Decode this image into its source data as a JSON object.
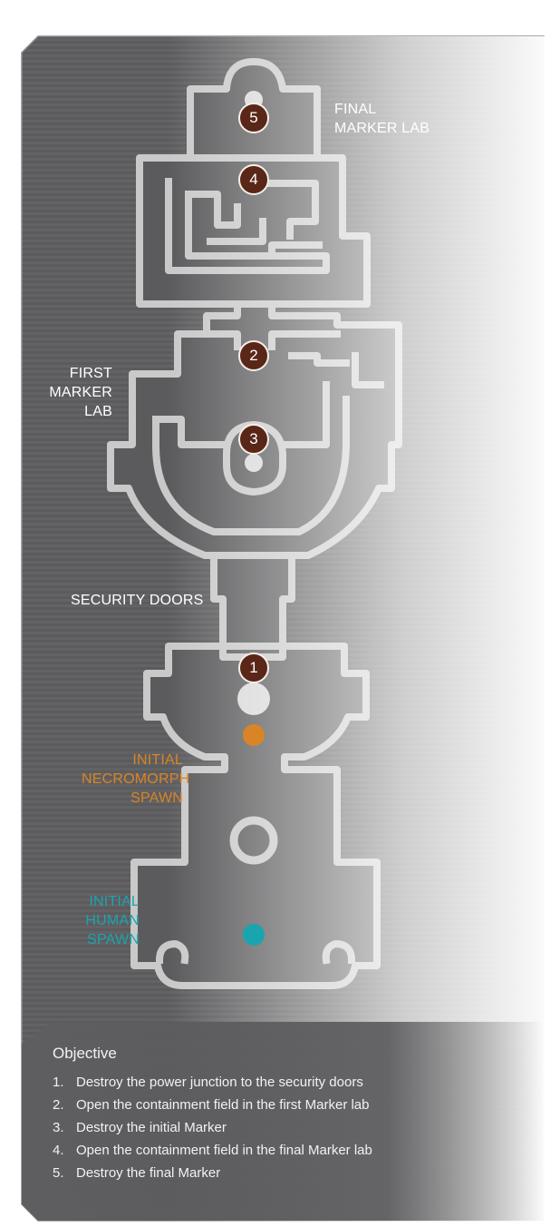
{
  "labels": {
    "final_marker_lab": [
      "FINAL",
      "MARKER LAB"
    ],
    "first_marker_lab": [
      "FIRST",
      "MARKER",
      "LAB"
    ],
    "security_doors": "SECURITY DOORS",
    "necromorph_spawn": [
      "INITIAL",
      "NECROMORPH",
      "SPAWN"
    ],
    "human_spawn": [
      "INITIAL",
      "HUMAN",
      "SPAWN"
    ]
  },
  "markers": [
    "5",
    "4",
    "2",
    "3",
    "1"
  ],
  "colors": {
    "panel": "#5a5a5c",
    "floor": "#5b5b5d",
    "wall": "#c9c9c9",
    "marker_fill": "#5a2618",
    "necromorph": "#d98427",
    "human": "#1aa5ae"
  },
  "objective": {
    "title": "Objective",
    "items": [
      {
        "num": "1.",
        "text": "Destroy the power junction to the security doors"
      },
      {
        "num": "2.",
        "text": "Open the containment field in the first Marker lab"
      },
      {
        "num": "3.",
        "text": "Destroy the initial Marker"
      },
      {
        "num": "4.",
        "text": "Open the containment field in the final Marker lab"
      },
      {
        "num": "5.",
        "text": "Destroy the final Marker"
      }
    ]
  }
}
